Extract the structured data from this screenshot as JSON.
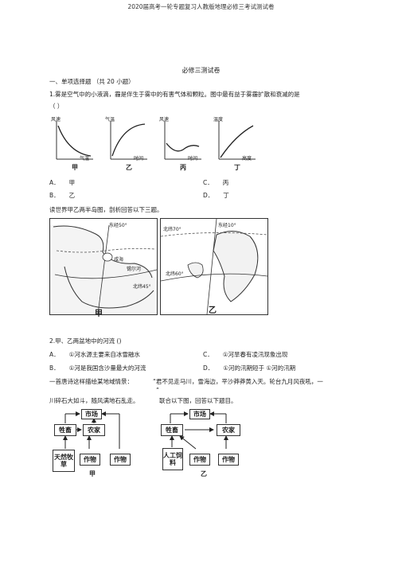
{
  "header": "2020届高考一轮专题复习人教版地理必修三考试测试卷",
  "exam_title": "必修三测试卷",
  "section": "一、单项选择题 （共 20 小题）",
  "q1": {
    "stem": "1.雾是空气中的小液滴，霾是伴生于雾中的有害气体和颗粒。图中最有益于雾霾扩散和衰减的是",
    "paren": "（   ）",
    "charts": [
      {
        "label": "甲",
        "ylabel": "风速",
        "xlabel": "气温",
        "curve": "decreasing"
      },
      {
        "label": "乙",
        "ylabel": "气温",
        "xlabel": "时间",
        "curve": "increasing"
      },
      {
        "label": "丙",
        "ylabel": "风速",
        "xlabel": "时间",
        "curve": "dip"
      },
      {
        "label": "丁",
        "ylabel": "温度",
        "xlabel": "高度",
        "curve": "increasing"
      }
    ],
    "options": [
      {
        "letter": "A．",
        "text": "甲"
      },
      {
        "letter": "C．",
        "text": "丙"
      },
      {
        "letter": "B．",
        "text": "乙"
      },
      {
        "letter": "D．",
        "text": "丁"
      }
    ]
  },
  "map_intro": "读世界甲乙两半岛图，剖析回答以下三题。",
  "maps": {
    "jia": {
      "label": "甲",
      "lon": "东经50°",
      "lake": "咸海",
      "river": "锡尔河",
      "lat": "北纬45°"
    },
    "yi": {
      "label": "乙",
      "lon": "东经10°",
      "lat1": "北纬70°",
      "lat2": "北纬60°"
    }
  },
  "q2": {
    "stem": "2.甲、乙两盆地中的河流   ()",
    "options": [
      {
        "letter": "A．",
        "text": "①河水源主要来自冰雪融水"
      },
      {
        "letter": "C．",
        "text": "①河旱春有凌汛现象出现"
      },
      {
        "letter": "B．",
        "text": "①河是我国含沙量最大的河流"
      },
      {
        "letter": "D．",
        "text": "①河的汛期短于 ①河的汛期"
      }
    ]
  },
  "poem": {
    "line1_a": "一首唐诗这样描绘某地域情景：",
    "line1_b": "“君不见走马川，雪海边，平沙莽莽黄入天。轮台九月风夜吼，一",
    "quote_mark": "”",
    "line2_a": "川碎石大如斗，随风满地石乱走。",
    "line2_b": "联合以下图，回答以下题目。"
  },
  "diagrams": {
    "jia": {
      "label": "甲",
      "market": "市场",
      "livestock": "牲畜",
      "farmer": "农家",
      "pasture": "天然牧草",
      "crops1": "作物",
      "crops2": "作物"
    },
    "yi": {
      "label": "乙",
      "market": "市场",
      "livestock": "牲畜",
      "farmer": "农家",
      "feed": "人工饲料",
      "crops1": "作物",
      "crops2": "作物"
    }
  }
}
